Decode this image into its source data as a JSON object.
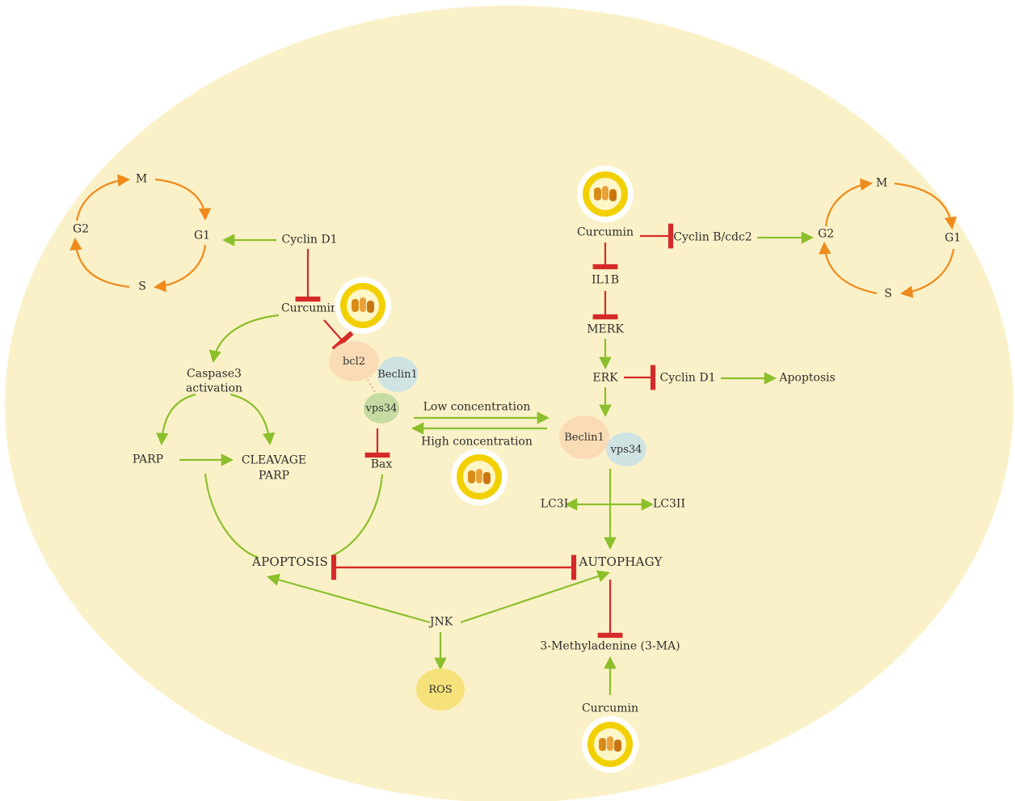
{
  "colors": {
    "background": "#fbf1c8",
    "activation": "#8bbf2c",
    "inhibition": "#d42a2a",
    "cell_cycle": "#ee8a1c",
    "bcl2": "#f9dcb5",
    "beclin": "#cfe3e2",
    "vps34": "#c6dba1",
    "ros": "#f5e27a",
    "drug": "#f2d000"
  },
  "left_cycle": {
    "m": "M",
    "g1": "G1",
    "s": "S",
    "g2": "G2"
  },
  "right_cycle": {
    "m": "M",
    "g1": "G1",
    "s": "S",
    "g2": "G2"
  },
  "left": {
    "cyclin_d1": "Cyclin D1",
    "curcumin": "Curcumin",
    "caspase3": "Caspase3",
    "caspase3_2": "activation",
    "parp": "PARP",
    "cleavage": "CLEAVAGE",
    "cleavage_2": "PARP",
    "bcl2": "bcl2",
    "beclin1": "Beclin1",
    "vps34": "vps34",
    "bax": "Bax"
  },
  "middle": {
    "low": "Low concentration",
    "high": "High concentration",
    "apoptosis": "APOPTOSIS",
    "autophagy": "AUTOPHAGY",
    "jnk": "JNK",
    "ros": "ROS"
  },
  "right": {
    "curcumin": "Curcumin",
    "cyclin_b": "Cyclin B/cdc2",
    "il1b": "IL1B",
    "merk": "MERK",
    "erk": "ERK",
    "cyclin_d1": "Cyclin D1",
    "apoptosis": "Apoptosis",
    "beclin1": "Beclin1",
    "vps34": "vps34",
    "lc3i": "LC3I",
    "lc3ii": "LC3II",
    "three_ma": "3-Methyladenine (3-MA)",
    "curcumin_bottom": "Curcumin"
  },
  "icons": [
    "curcumin-capsules-icon"
  ]
}
